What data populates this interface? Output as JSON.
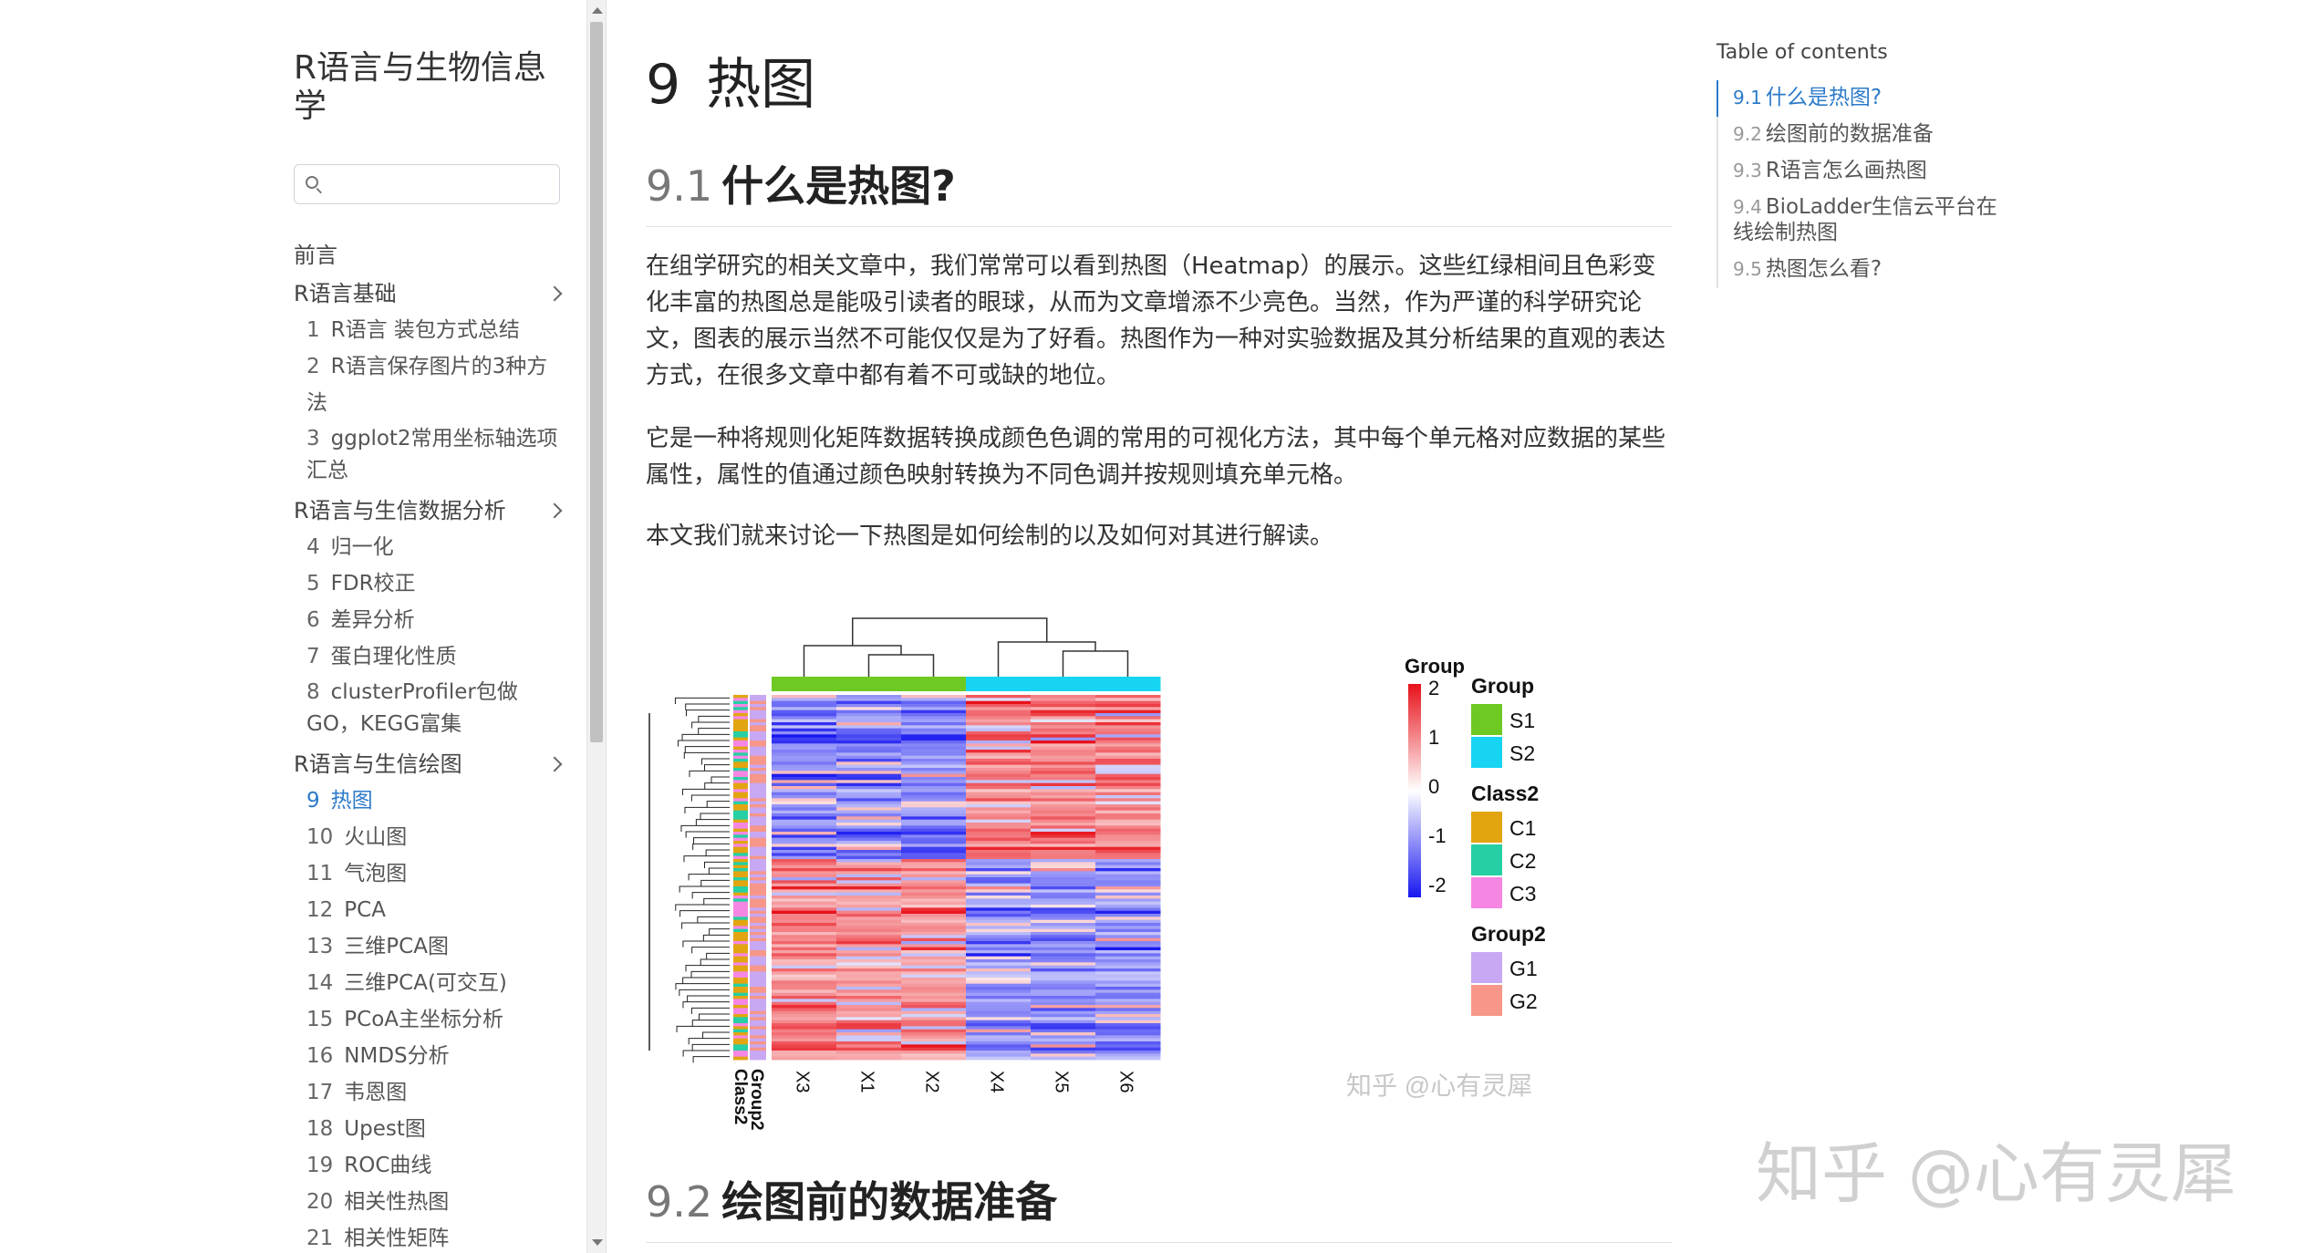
{
  "sidebar": {
    "book_title": "R语言与生物信息学",
    "search_placeholder": "",
    "nav": [
      {
        "kind": "section",
        "label": "前言"
      },
      {
        "kind": "section",
        "label": "R语言基础",
        "chevron": true
      },
      {
        "kind": "item",
        "num": "1",
        "label": "R语言 装包方式总结"
      },
      {
        "kind": "item",
        "num": "2",
        "label": "R语言保存图片的3种方法"
      },
      {
        "kind": "item",
        "num": "3",
        "label": "ggplot2常用坐标轴选项汇总"
      },
      {
        "kind": "section",
        "label": "R语言与生信数据分析",
        "chevron": true
      },
      {
        "kind": "item",
        "num": "4",
        "label": "归一化"
      },
      {
        "kind": "item",
        "num": "5",
        "label": "FDR校正"
      },
      {
        "kind": "item",
        "num": "6",
        "label": "差异分析"
      },
      {
        "kind": "item",
        "num": "7",
        "label": "蛋白理化性质"
      },
      {
        "kind": "item",
        "num": "8",
        "label": "clusterProfiler包做GO，KEGG富集"
      },
      {
        "kind": "section",
        "label": "R语言与生信绘图",
        "chevron": true
      },
      {
        "kind": "item",
        "num": "9",
        "label": "热图",
        "active": true
      },
      {
        "kind": "item",
        "num": "10",
        "label": "火山图"
      },
      {
        "kind": "item",
        "num": "11",
        "label": "气泡图"
      },
      {
        "kind": "item",
        "num": "12",
        "label": "PCA"
      },
      {
        "kind": "item",
        "num": "13",
        "label": "三维PCA图"
      },
      {
        "kind": "item",
        "num": "14",
        "label": "三维PCA(可交互)"
      },
      {
        "kind": "item",
        "num": "15",
        "label": "PCoA主坐标分析"
      },
      {
        "kind": "item",
        "num": "16",
        "label": "NMDS分析"
      },
      {
        "kind": "item",
        "num": "17",
        "label": "韦恩图"
      },
      {
        "kind": "item",
        "num": "18",
        "label": "Upest图"
      },
      {
        "kind": "item",
        "num": "19",
        "label": "ROC曲线"
      },
      {
        "kind": "item",
        "num": "20",
        "label": "相关性热图"
      },
      {
        "kind": "item",
        "num": "21",
        "label": "相关性矩阵"
      }
    ]
  },
  "main": {
    "chapter": {
      "num": "9",
      "title": "热图"
    },
    "sec1": {
      "num": "9.1",
      "title": "什么是热图?"
    },
    "paragraphs": [
      "在组学研究的相关文章中，我们常常可以看到热图（Heatmap）的展示。这些红绿相间且色彩变化丰富的热图总是能吸引读者的眼球，从而为文章增添不少亮色。当然，作为严谨的科学研究论文，图表的展示当然不可能仅仅是为了好看。热图作为一种对实验数据及其分析结果的直观的表达方式，在很多文章中都有着不可或缺的地位。",
      "它是一种将规则化矩阵数据转换成颜色色调的常用的可视化方法，其中每个单元格对应数据的某些属性，属性的值通过颜色映射转换为不同色调并按规则填充单元格。",
      "本文我们就来讨论一下热图是如何绘制的以及如何对其进行解读。"
    ],
    "sec2": {
      "num": "9.2",
      "title": "绘图前的数据准备"
    },
    "image_watermark": "知乎 @心有灵犀"
  },
  "toc": {
    "title": "Table of contents",
    "items": [
      {
        "num": "9.1",
        "label": "什么是热图?",
        "active": true
      },
      {
        "num": "9.2",
        "label": "绘图前的数据准备"
      },
      {
        "num": "9.3",
        "label": "R语言怎么画热图"
      },
      {
        "num": "9.4",
        "label": "BioLadder生信云平台在线绘制热图"
      },
      {
        "num": "9.5",
        "label": "热图怎么看?"
      }
    ]
  },
  "page_watermark": "知乎 @心有灵犀",
  "heatmap": {
    "columns": [
      "X3",
      "X1",
      "X2",
      "X4",
      "X5",
      "X6"
    ],
    "column_groups": [
      "S1",
      "S1",
      "S1",
      "S2",
      "S2",
      "S2"
    ],
    "annotation_row_labels": [
      "Class2",
      "Group2"
    ],
    "scale_labels": [
      "2",
      "1",
      "0",
      "-1",
      "-2"
    ],
    "top_annotation_label": "Group",
    "legends": [
      {
        "title": "Group",
        "entries": [
          {
            "label": "S1",
            "color": "#6ec923"
          },
          {
            "label": "S2",
            "color": "#17d4f2"
          }
        ]
      },
      {
        "title": "Class2",
        "entries": [
          {
            "label": "C1",
            "color": "#e2a510"
          },
          {
            "label": "C2",
            "color": "#26cfa4"
          },
          {
            "label": "C3",
            "color": "#f587e3"
          }
        ]
      },
      {
        "title": "Group2",
        "entries": [
          {
            "label": "G1",
            "color": "#c8a8f3"
          },
          {
            "label": "G2",
            "color": "#f6978a"
          }
        ]
      }
    ],
    "colors": {
      "high": "#e8111a",
      "mid": "#ffffff",
      "low": "#1717f0"
    }
  }
}
